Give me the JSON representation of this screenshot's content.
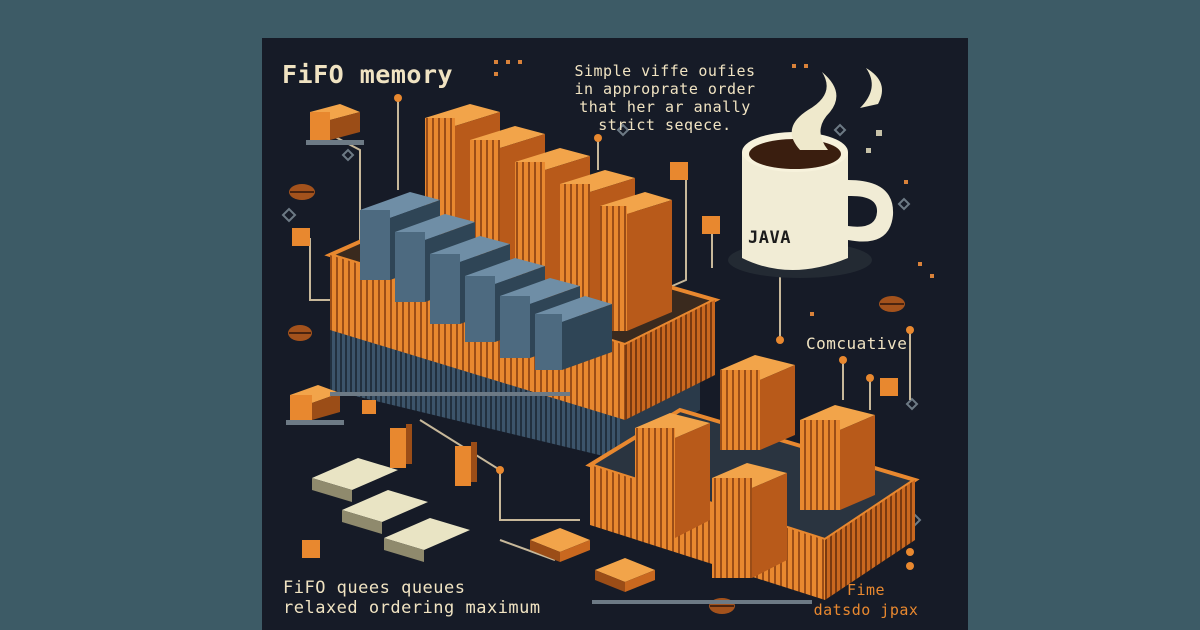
{
  "colors": {
    "background": "#3d5b66",
    "panel": "#161b27",
    "accent": "#e8882f",
    "accent_dark": "#9b4d17",
    "chip_blue": "#4d6a80",
    "label": "#f0e3c2"
  },
  "labels": {
    "title": "FiFO memory",
    "description": [
      "Simple viffe oufies",
      "in approprate order",
      "that her ar anally",
      "strict seqece."
    ],
    "concurrent": "Comcuative",
    "bottom_left": [
      "FiFO quees queues",
      "relaxed ordering maximum"
    ],
    "bottom_right": [
      "Fime",
      "datsdo jpax"
    ]
  },
  "mug": {
    "label": "JAVA"
  },
  "icons": [
    "coffee-mug-icon",
    "coffee-bean-icon",
    "microchip-icon",
    "sparkle-icon"
  ]
}
